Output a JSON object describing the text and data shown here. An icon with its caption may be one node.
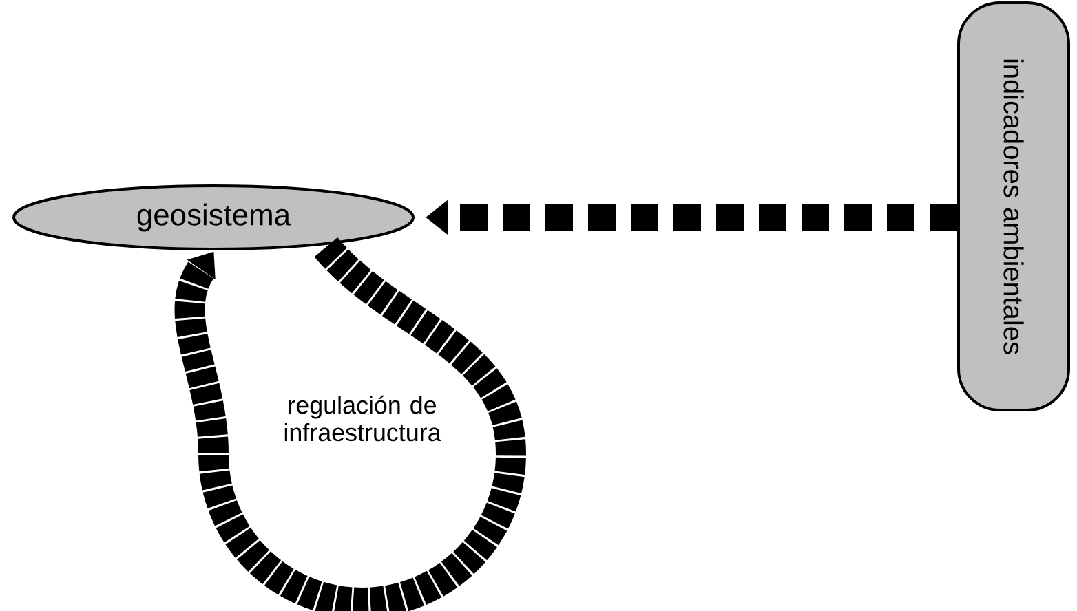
{
  "diagram": {
    "nodes": [
      {
        "text": [
          "geosistema"
        ]
      },
      {
        "text": [
          "indicadores ambientales"
        ]
      }
    ],
    "edges": [
      {
        "from": 1,
        "to": 0,
        "arrow": "to",
        "style": "dashed"
      },
      {
        "from": 0,
        "to": 0,
        "arrow": "to",
        "style": "dashed"
      }
    ],
    "labels": [
      "regulación de infraestructura"
    ]
  }
}
